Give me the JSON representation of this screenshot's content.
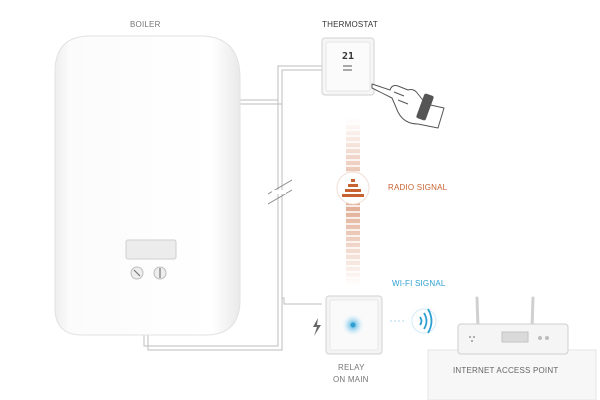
{
  "labels": {
    "boiler": "BOILER",
    "thermostat": "THERMOSTAT",
    "radio_signal": "RADIO SIGNAL",
    "wifi_signal": "WI-FI SIGNAL",
    "relay_line1": "RELAY",
    "relay_line2": "ON MAIN",
    "internet_access_point": "INTERNET ACCESS POINT"
  },
  "thermostat_display": "21",
  "colors": {
    "radio": "#c76232",
    "wifi": "#2e9fd2",
    "wire": "#bfbfbf",
    "device": "#f3f3f3"
  }
}
